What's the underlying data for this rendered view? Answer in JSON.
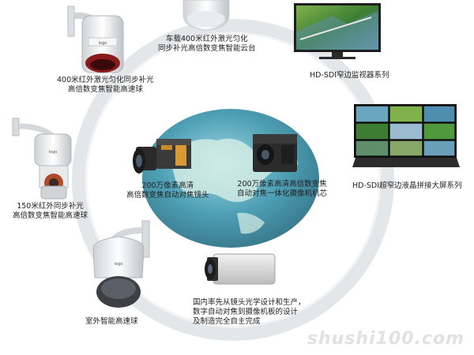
{
  "products": {
    "top_dome": {
      "line1": "车载400米红外激光匀化",
      "line2": "同步补光高倍数变焦智能云台"
    },
    "ir400_ball": {
      "line1": "400米红外激光匀化同步补光",
      "line2": "高倍数变焦智能高速球"
    },
    "monitor": {
      "line1": "HD-SDI窄边监视器系列"
    },
    "ir150_ball": {
      "line1": "150米红外同步补光",
      "line2": "高倍数变焦智能高速球"
    },
    "lens_module": {
      "line1": "200万像素高清",
      "line2": "高倍数变焦自动对焦镜头"
    },
    "camera_core": {
      "line1": "200万像素高清高倍数变焦",
      "line2": "自动对焦一体化摄像机机芯"
    },
    "video_wall": {
      "line1": "HD-SDI超窄边液晶拼接大屏系列"
    },
    "outdoor_dome": {
      "line1": "室外智能高速球"
    },
    "box_camera": {
      "line1": "国内率先从镜头光学设计和生产，",
      "line2": "数字自动对焦到摄像机板的设计",
      "line3": "及制造完全自主完成"
    }
  },
  "watermark": "shushi100.com",
  "colors": {
    "ring": "#e2e5e8",
    "globe_ocean": "#2f8fa8",
    "globe_land": "#d8efe6",
    "screen_green": "#4e9a3a"
  }
}
